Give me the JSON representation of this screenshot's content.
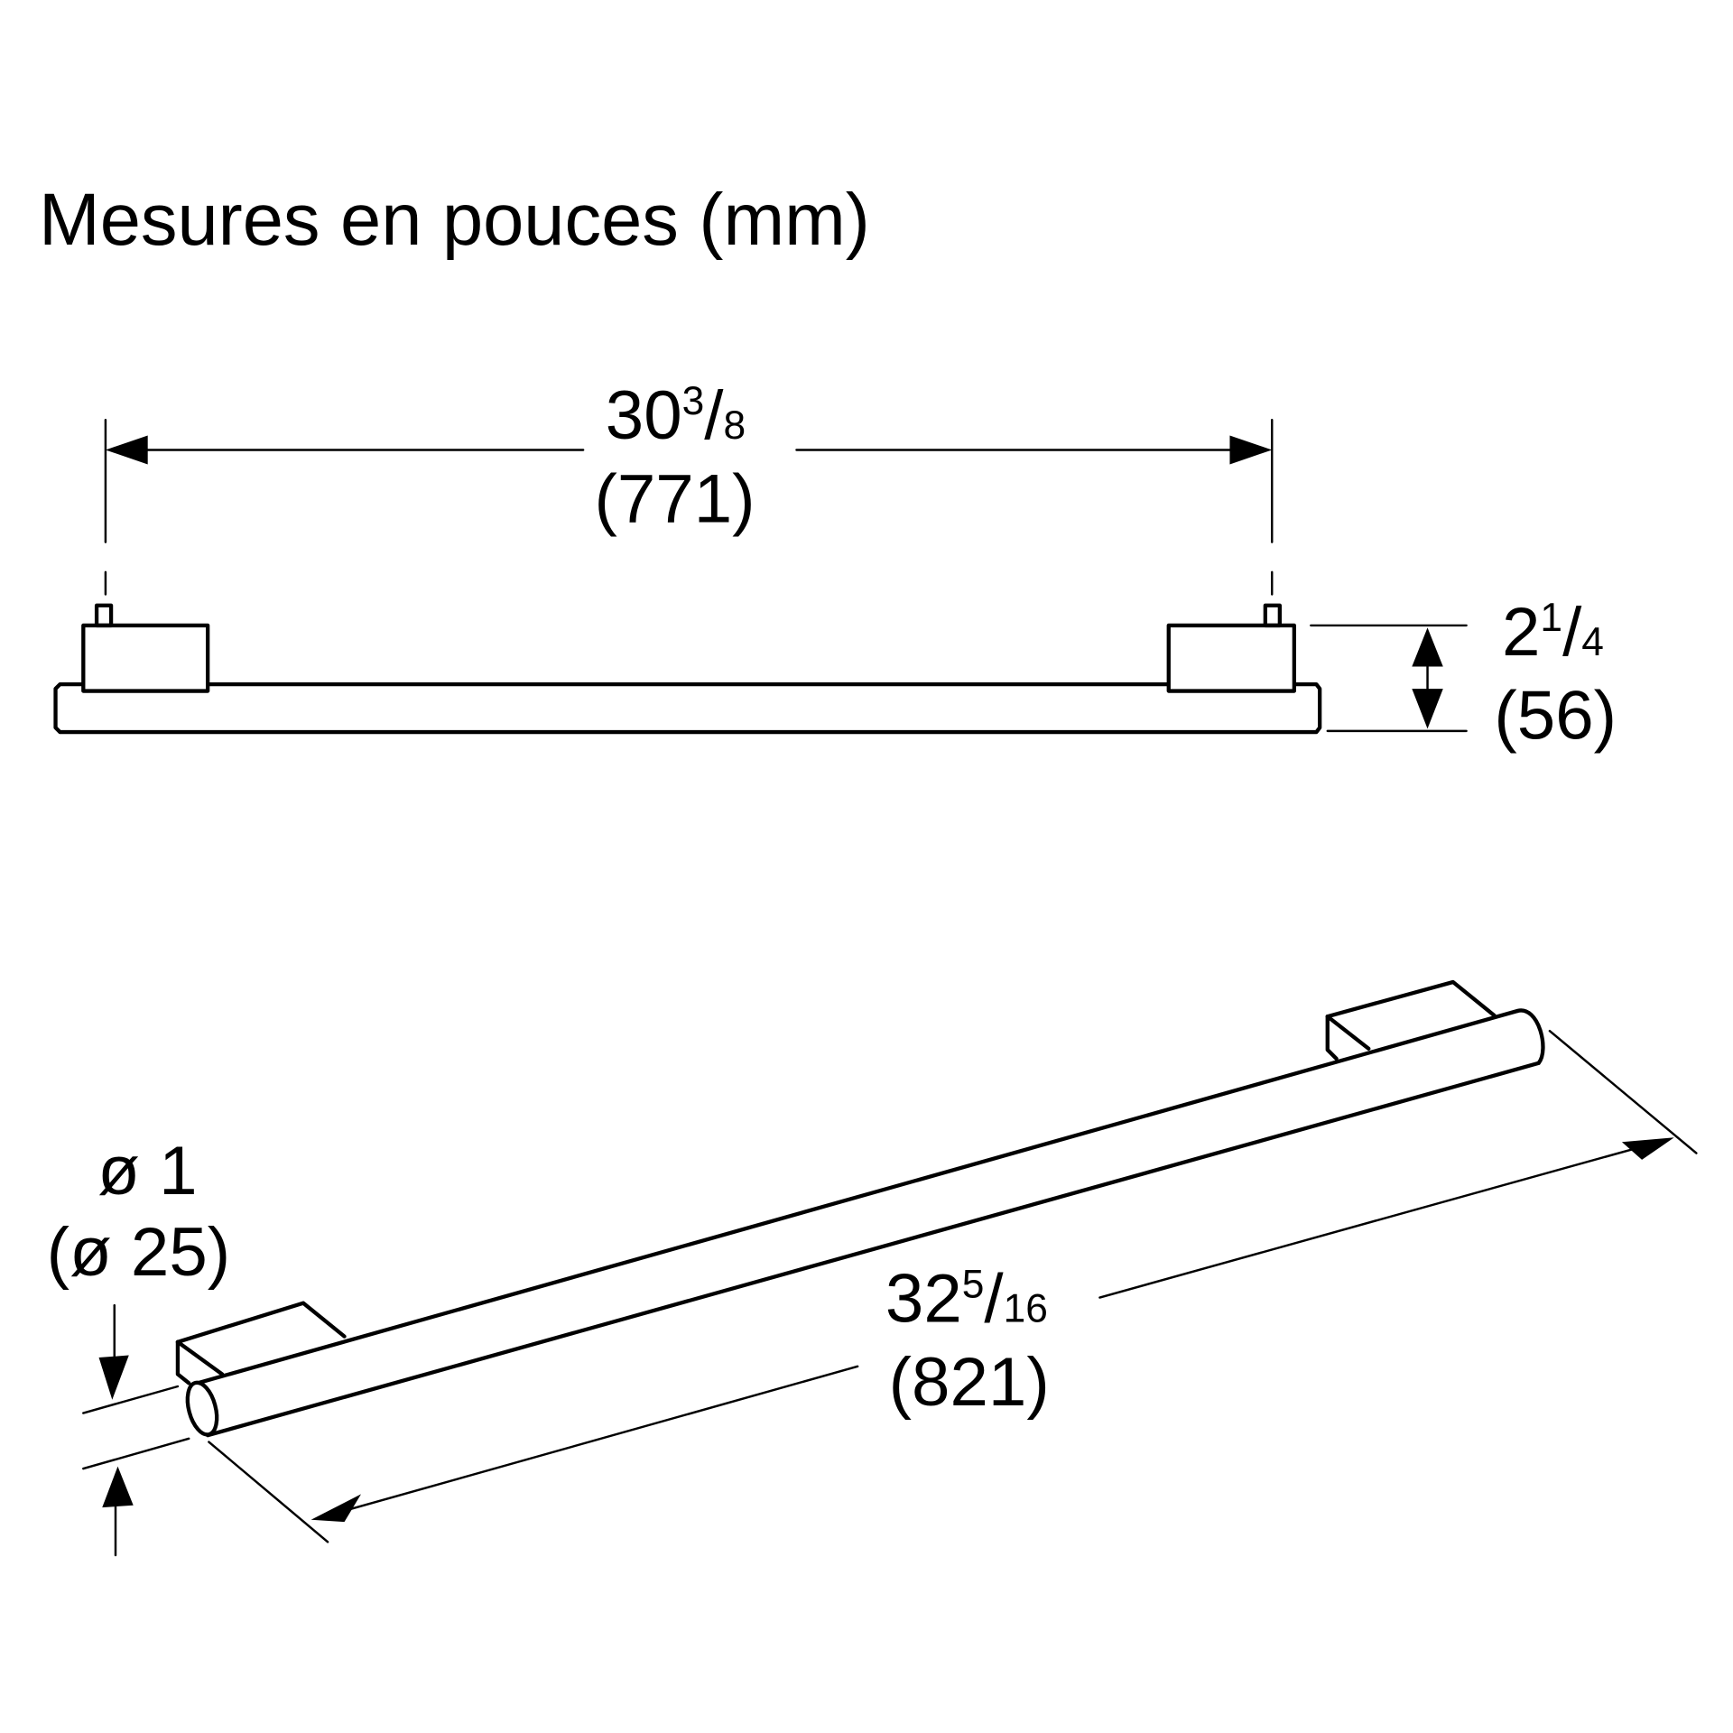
{
  "title": "Mesures en pouces (mm)",
  "top_view": {
    "width_in_whole": "30",
    "width_in_num": "3",
    "width_in_den": "8",
    "width_mm": "(771)",
    "height_in_whole": "2",
    "height_in_num": "1",
    "height_in_den": "4",
    "height_mm": "(56)"
  },
  "iso_view": {
    "diameter_in": "ø 1",
    "diameter_mm": "(ø 25)",
    "length_in_whole": "32",
    "length_in_num": "5",
    "length_in_den": "16",
    "length_mm": "(821)"
  },
  "colors": {
    "line": "#000000",
    "background": "#ffffff"
  }
}
